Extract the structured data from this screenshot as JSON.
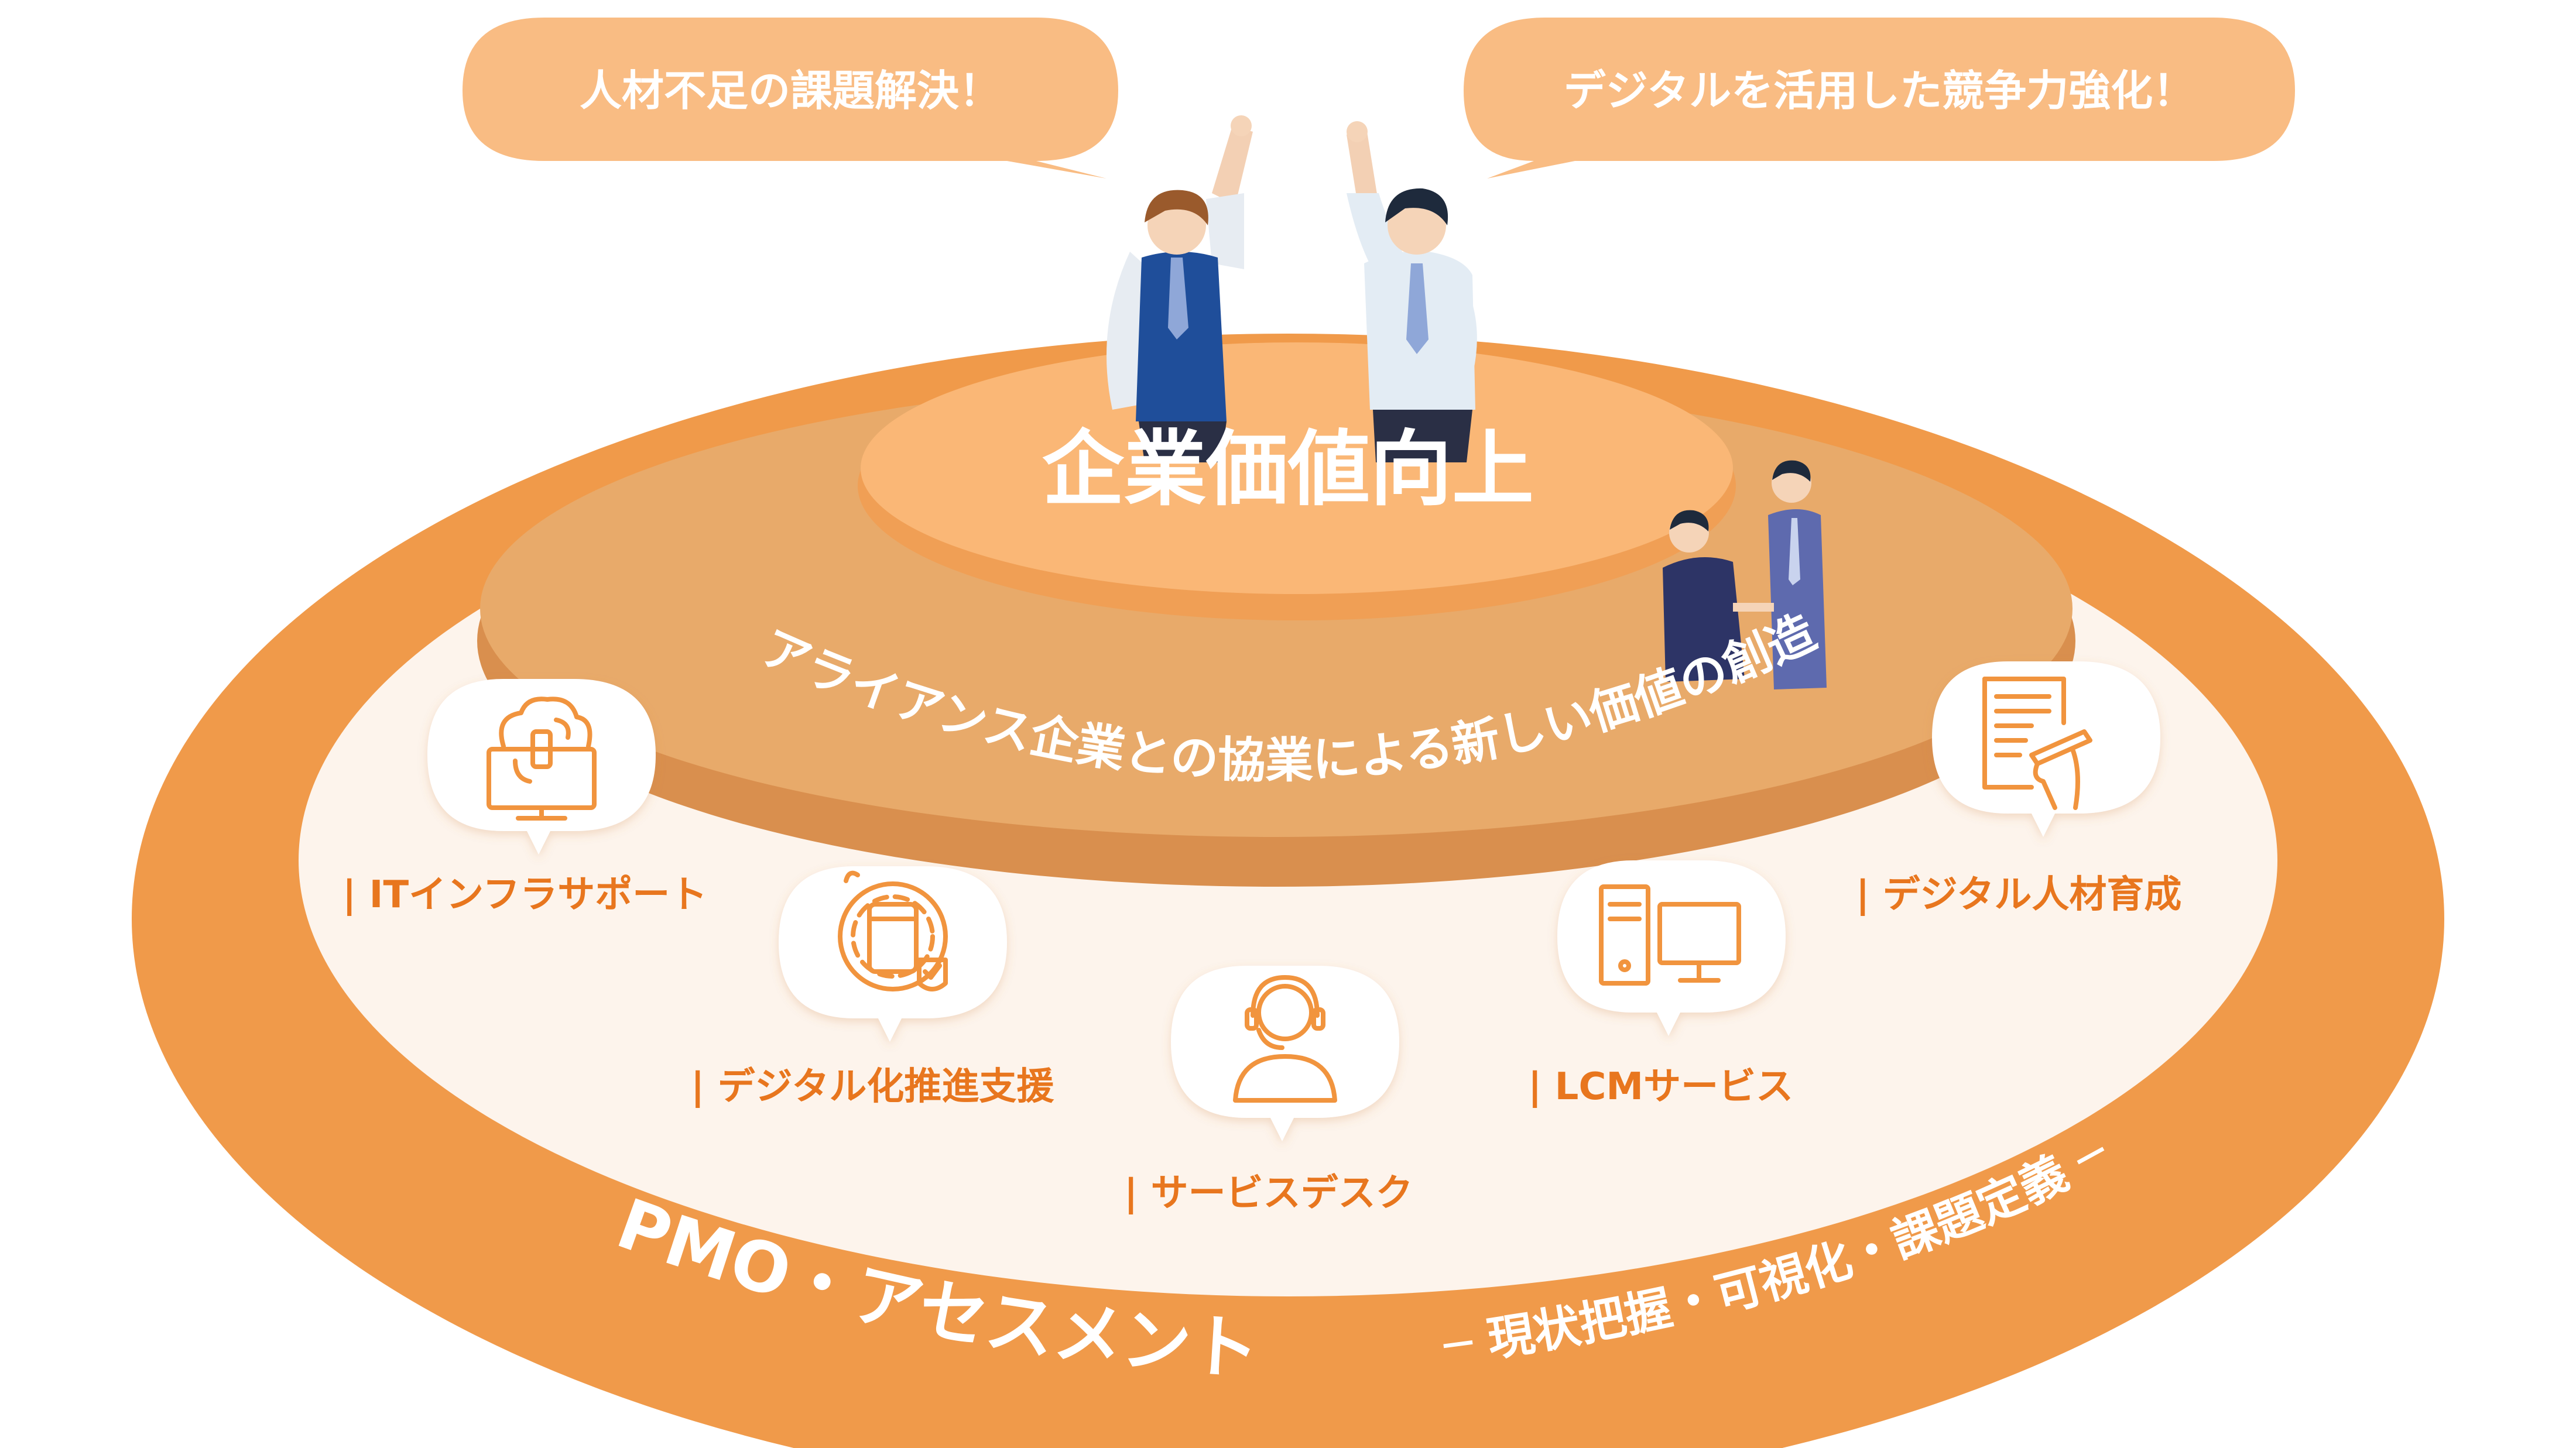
{
  "speech_bubbles": {
    "left": "人材不足の課題解決！",
    "right": "デジタルを活用した競争力強化！"
  },
  "center": {
    "title": "企業価値向上",
    "alliance": "アライアンス企業との協業による新しい価値の創造"
  },
  "services": [
    {
      "label": "| ITインフラサポート",
      "icon": "cloud-monitor-icon"
    },
    {
      "label": "| デジタル化推進支援",
      "icon": "gear-tablet-icon"
    },
    {
      "label": "| サービスデスク",
      "icon": "headset-operator-icon"
    },
    {
      "label": "| LCMサービス",
      "icon": "desktop-computer-icon"
    },
    {
      "label": "| デジタル人材育成",
      "icon": "document-writing-icon"
    }
  ],
  "outer_ring": {
    "main": "PMO・アセスメント",
    "sub": "─ 現状把握・可視化・課題定義 ─"
  },
  "colors": {
    "outer_ring": "#F09A4A",
    "inner_disc": "#FDF4EC",
    "platform": "#E8AA6A",
    "top_disc": "#FAB776",
    "bubble": "#F9BC83",
    "label": "#E8761E"
  }
}
